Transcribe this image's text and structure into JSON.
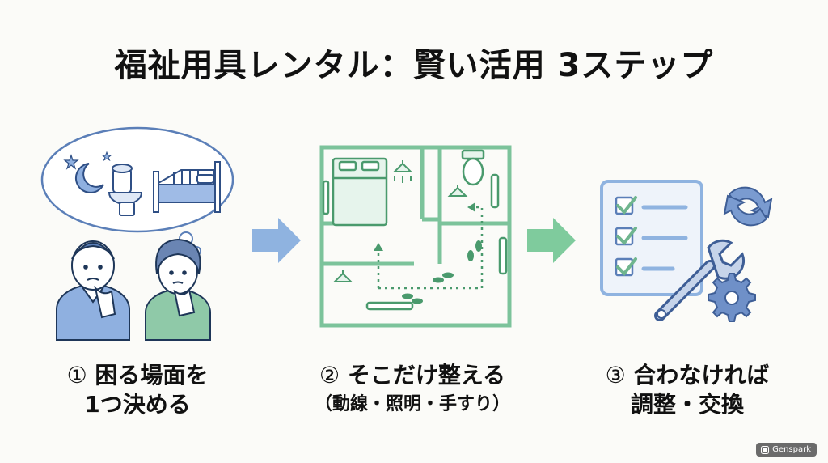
{
  "title": "福祉用具レンタル：賢い活用 3ステップ",
  "steps": [
    {
      "number": "①",
      "line1": "困る場面を",
      "line2": "1つ決める"
    },
    {
      "number": "②",
      "line1": "そこだけ整える",
      "line2": "（動線・照明・手すり）"
    },
    {
      "number": "③",
      "line1": "合わなければ",
      "line2": "調整・交換"
    }
  ],
  "badge": {
    "label": "Genspark"
  },
  "colors": {
    "blue": "#5b7fb8",
    "blue_light": "#dfe8f6",
    "green": "#7cc39b",
    "green_light": "#e6f4ec",
    "arrow_blue": "#8fb3e0",
    "arrow_green": "#7fcb9d"
  },
  "icons": [
    "moon-icon",
    "star-icon",
    "toilet-icon",
    "bed-icon",
    "elderly-couple-icon",
    "floor-plan-icon",
    "checklist-icon",
    "refresh-icon",
    "wrench-icon",
    "gear-icon"
  ]
}
